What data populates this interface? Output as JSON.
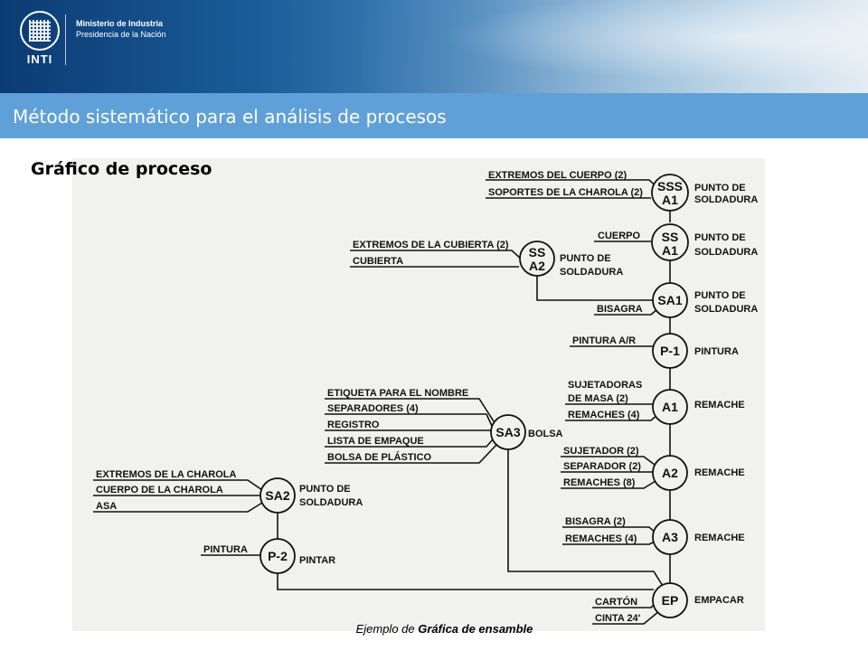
{
  "header": {
    "ministry_line1": "Ministerio de Industria",
    "ministry_line2": "Presidencia de la Nación",
    "logo_text": "INTI"
  },
  "title": "Método sistemático para el análisis de procesos",
  "subtitle": "Gráfico de proceso",
  "caption_prefix": "Ejemplo de ",
  "caption_bold": "Gráfica de ensamble",
  "diagram": {
    "nodes": {
      "sss_a1": {
        "line1": "SSS",
        "line2": "A1",
        "desc1": "PUNTO DE",
        "desc2": "SOLDADURA"
      },
      "ss_a1": {
        "line1": "SS",
        "line2": "A1",
        "desc1": "PUNTO DE",
        "desc2": "SOLDADURA"
      },
      "ss_a2": {
        "line1": "SS",
        "line2": "A2",
        "desc1": "PUNTO DE",
        "desc2": "SOLDADURA"
      },
      "sa1": {
        "line1": "SA1",
        "desc1": "PUNTO DE",
        "desc2": "SOLDADURA"
      },
      "p1": {
        "line1": "P-1",
        "desc1": "PINTURA"
      },
      "a1": {
        "line1": "A1",
        "desc1": "REMACHE"
      },
      "sa3": {
        "line1": "SA3",
        "desc1": "BOLSA"
      },
      "a2": {
        "line1": "A2",
        "desc1": "REMACHE"
      },
      "sa2": {
        "line1": "SA2",
        "desc1": "PUNTO DE",
        "desc2": "SOLDADURA"
      },
      "a3": {
        "line1": "A3",
        "desc1": "REMACHE"
      },
      "p2": {
        "line1": "P-2",
        "desc1": "PINTAR"
      },
      "ep": {
        "line1": "EP",
        "desc1": "EMPACAR"
      }
    },
    "inputs": {
      "sss_a1": [
        "EXTREMOS DEL CUERPO (2)",
        "SOPORTES DE LA CHAROLA (2)"
      ],
      "ss_a1": [
        "CUERPO"
      ],
      "ss_a2": [
        "EXTREMOS DE LA CUBIERTA (2)",
        "CUBIERTA"
      ],
      "sa1": [
        "BISAGRA"
      ],
      "p1": [
        "PINTURA A/R"
      ],
      "a1": [
        "SUJETADORAS",
        "DE MASA (2)",
        "REMACHES (4)"
      ],
      "sa3": [
        "ETIQUETA PARA EL NOMBRE",
        "SEPARADORES (4)",
        "REGISTRO",
        "LISTA DE EMPAQUE",
        "BOLSA DE PLÁSTICO"
      ],
      "a2": [
        "SUJETADOR (2)",
        "SEPARADOR (2)",
        "REMACHES (8)"
      ],
      "sa2": [
        "EXTREMOS DE LA CHAROLA",
        "CUERPO DE LA CHAROLA",
        "ASA"
      ],
      "a3": [
        "BISAGRA (2)",
        "REMACHES (4)"
      ],
      "p2": [
        "PINTURA"
      ],
      "ep": [
        "CARTÓN",
        "CINTA 24'"
      ]
    }
  }
}
